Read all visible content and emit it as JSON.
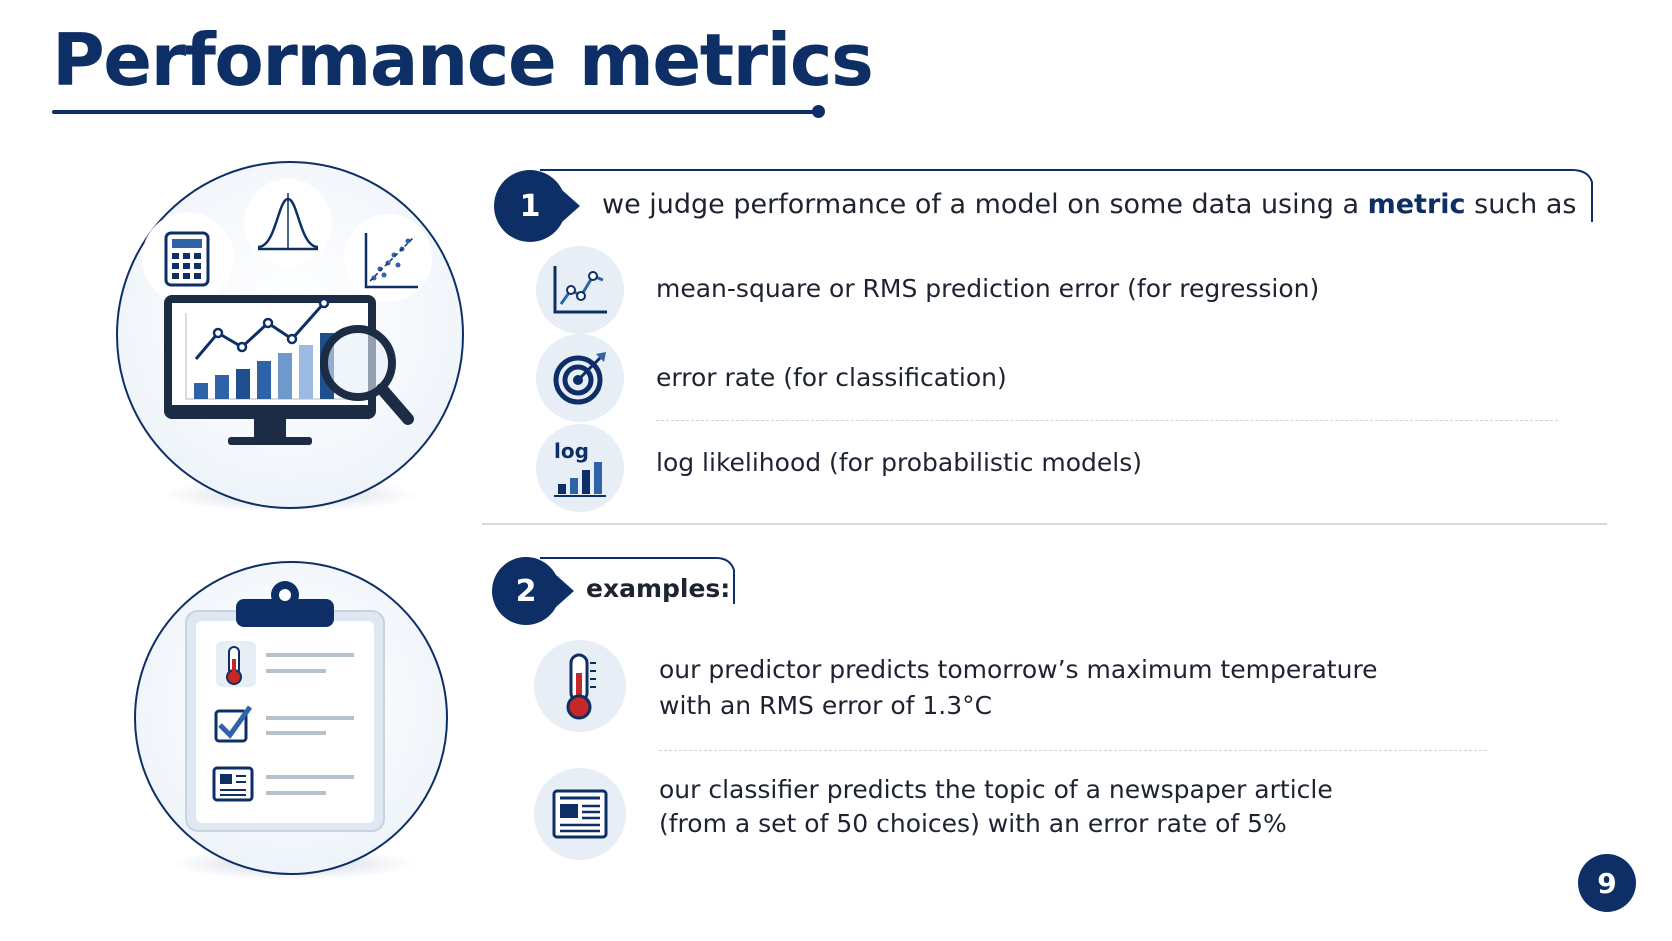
{
  "slide": {
    "title": "Performance metrics",
    "page_number": "9"
  },
  "section1": {
    "number": "1",
    "lead_before": "we judge performance of a model on some data using a",
    "lead_highlight": "metric",
    "lead_after": "such as",
    "items": [
      {
        "icon": "line-chart-icon",
        "text": "mean-square or RMS prediction error (for regression)"
      },
      {
        "icon": "target-icon",
        "text": "error rate (for classification)"
      },
      {
        "icon": "log-chart-icon",
        "icon_label": "log",
        "text": "log likelihood (for probabilistic models)"
      }
    ]
  },
  "section2": {
    "number": "2",
    "heading": "examples:",
    "items": [
      {
        "icon": "thermometer-icon",
        "line1": "our predictor predicts tomorrow’s maximum temperature",
        "line2": "with an RMS error of 1.3°C"
      },
      {
        "icon": "newspaper-icon",
        "line1": "our classifier predicts the topic of a newspaper article",
        "line2": "(from a set of 50 choices) with an error rate of 5%"
      }
    ]
  },
  "colors": {
    "navy": "#0e2f66",
    "accent_blue": "#2f63a8",
    "icon_bg": "#e7eef6",
    "thermometer_red": "#c62828"
  }
}
